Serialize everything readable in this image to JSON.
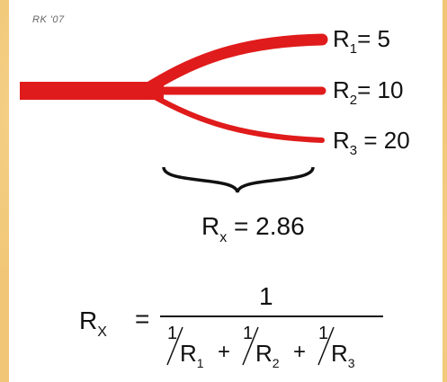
{
  "signature": "RK '07",
  "branches": [
    {
      "name": "R",
      "sub": "1",
      "value": "= 5"
    },
    {
      "name": "R",
      "sub": "2",
      "value": "= 10"
    },
    {
      "name": "R",
      "sub": "3",
      "value": "= 20"
    }
  ],
  "result": {
    "name": "R",
    "sub": "x",
    "value": "= 2.86"
  },
  "formula": {
    "lhs_name": "R",
    "lhs_sub": "X",
    "equals": "=",
    "numerator": "1",
    "plus": "+",
    "terms": [
      {
        "one": "1",
        "name": "R",
        "sub": "1"
      },
      {
        "one": "1",
        "name": "R",
        "sub": "2"
      },
      {
        "one": "1",
        "name": "R",
        "sub": "3"
      }
    ]
  },
  "colors": {
    "vessel": "#e01b1b",
    "background": "#f1c777",
    "text": "#111111"
  }
}
